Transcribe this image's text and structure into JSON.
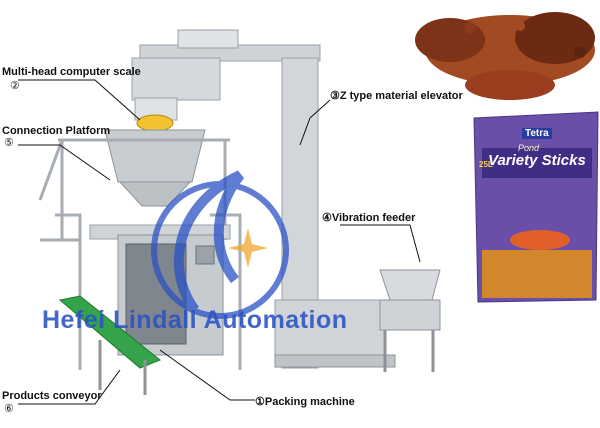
{
  "labels": {
    "scale": "Multi-head computer scale",
    "scale_num": "②",
    "platform": "Connection Platform",
    "platform_num": "⑤",
    "elevator": "③Z type material elevator",
    "feeder": "④Vibration feeder",
    "conveyor": "Products conveyor",
    "conveyor_num": "⑥",
    "packing": "①Packing machine"
  },
  "watermark": "Hefei Lindall Automation",
  "package": {
    "brand_tetra": "Tetra",
    "pond": "Pond",
    "product": "Variety Sticks",
    "size": "25L"
  },
  "colors": {
    "machine": "#c9cdd2",
    "machine_dark": "#8d9399",
    "watermark": "#2a52c4",
    "pellet": "#8a3a1c",
    "bag": "#6a4fa8"
  }
}
